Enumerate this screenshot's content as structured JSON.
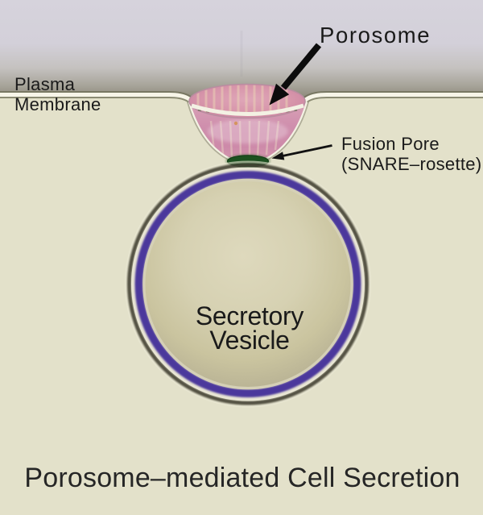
{
  "figure": {
    "title": "Porosome–mediated Cell Secretion",
    "labels": {
      "plasma_membrane": {
        "line1": "Plasma",
        "line2": "Membrane"
      },
      "porosome": "Porosome",
      "fusion_pore": {
        "line1": "Fusion Pore",
        "line2": "(SNARE–rosette)"
      },
      "secretory_vesicle": {
        "line1": "Secretory",
        "line2": "Vesicle"
      }
    },
    "colors": {
      "extracellular_top": "#d5d2db",
      "extracellular_bottom": "#8f8c7d",
      "cytoplasm": "#e3e1ca",
      "membrane_light": "#f7f5e8",
      "membrane_dark": "#6e6d55",
      "porosome_pink": "#d793a9",
      "fusion_pore_green": "#1d5120",
      "vesicle_ring_purple": "#4b389c",
      "vesicle_ring_dark": "#454334",
      "vesicle_interior": "#cfc9a6",
      "arrow_black": "#0c0c0c"
    }
  }
}
